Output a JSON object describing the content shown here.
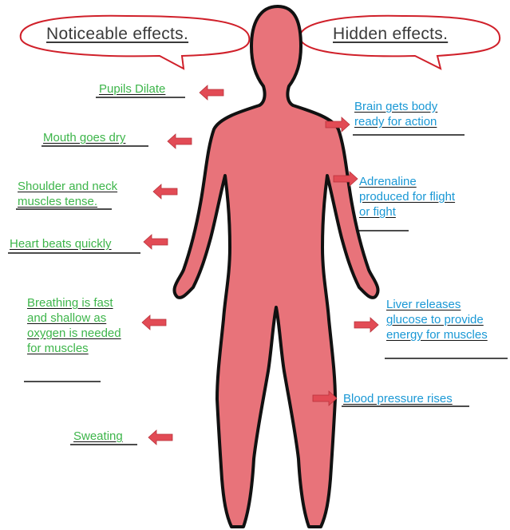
{
  "colors": {
    "body_fill": "#e8737a",
    "body_outline": "#111111",
    "arrow_fill": "#e24b55",
    "bubble_outline": "#d0202a",
    "noticeable_text": "#3db54a",
    "hidden_text": "#1a98d5"
  },
  "headings": {
    "noticeable": "Noticeable effects.",
    "hidden": "Hidden effects."
  },
  "noticeable_effects": [
    {
      "lines": [
        "Pupils Dilate"
      ]
    },
    {
      "lines": [
        "Mouth goes dry"
      ]
    },
    {
      "lines": [
        "Shoulder and neck",
        "muscles tense."
      ]
    },
    {
      "lines": [
        "Heart beats quickly"
      ]
    },
    {
      "lines": [
        "Breathing is fast",
        "and shallow as",
        "oxygen is needed",
        "for muscles"
      ]
    },
    {
      "lines": [
        "Sweating"
      ]
    }
  ],
  "hidden_effects": [
    {
      "lines": [
        "Brain gets body",
        "ready for action"
      ]
    },
    {
      "lines": [
        "Adrenaline",
        "produced for flight",
        "or fight"
      ]
    },
    {
      "lines": [
        "Liver releases",
        "glucose to provide",
        "energy for muscles"
      ]
    },
    {
      "lines": [
        "Blood pressure rises"
      ]
    }
  ]
}
